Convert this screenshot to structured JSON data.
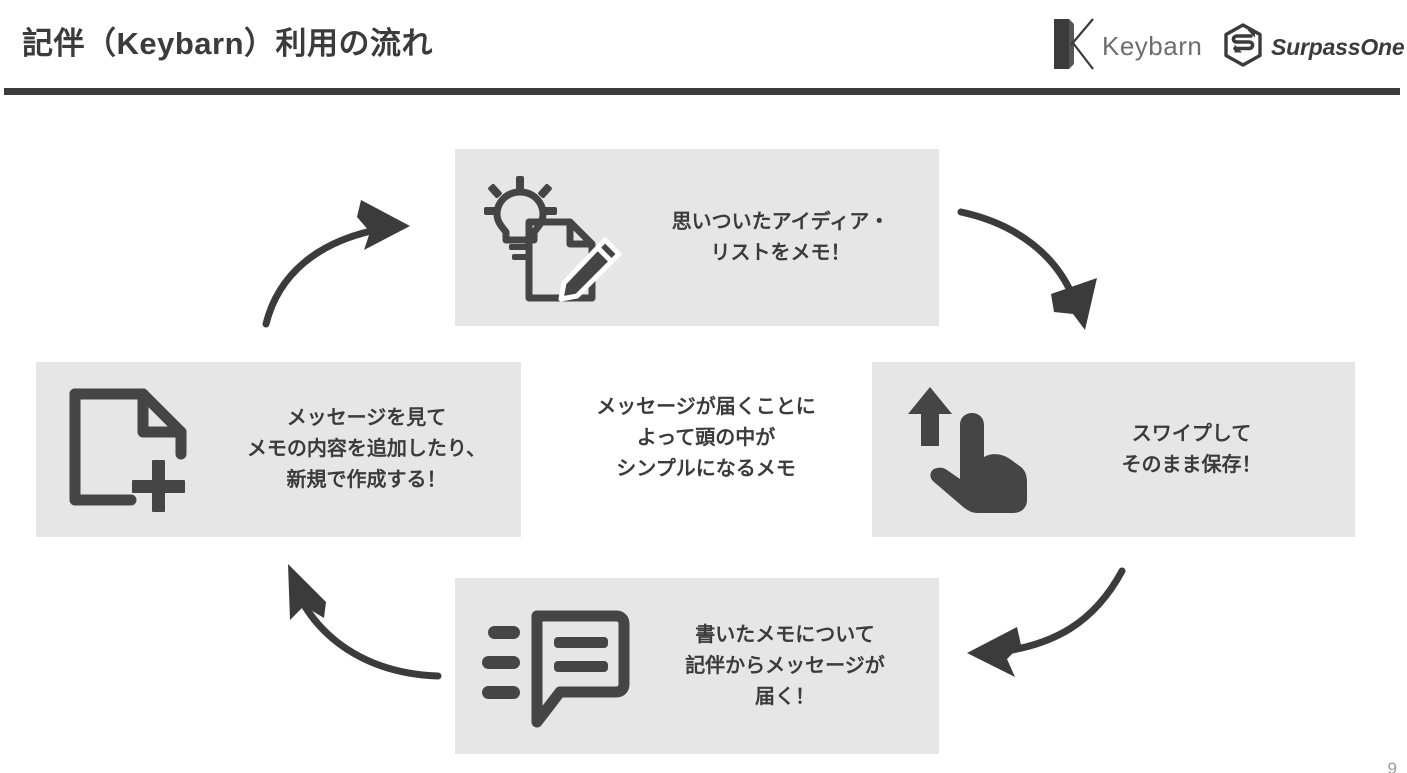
{
  "header": {
    "title": "記伴（Keybarn）利用の流れ",
    "logos": [
      {
        "name": "keybarn",
        "wordmark": "Keybarn",
        "mark": "k-logo-icon"
      },
      {
        "name": "surpassone",
        "wordmark": "SurpassOne",
        "mark": "surpassone-logo-icon"
      }
    ],
    "rule_color": "#3b3b3b"
  },
  "colors": {
    "box_fill": "#e6e6e6",
    "ink": "#3b3b3b",
    "logo_gray": "#6e6e6e",
    "page_number": "#9a9a9a"
  },
  "flow": {
    "steps": [
      {
        "position": "top",
        "icon": "idea-note-icon",
        "text": "思いついたアイディア・\nリストをメモ！"
      },
      {
        "position": "right",
        "icon": "swipe-up-hand-icon",
        "text": "スワイプして\nそのまま保存！"
      },
      {
        "position": "bottom",
        "icon": "message-bubble-icon",
        "text": "書いたメモについて\n記伴からメッセージが\n届く！"
      },
      {
        "position": "left",
        "icon": "document-add-icon",
        "text": "メッセージを見て\nメモの内容を追加したり、\n新規で作成する！"
      }
    ],
    "arrows": [
      {
        "name": "arrow-left-to-top",
        "direction": "up-right"
      },
      {
        "name": "arrow-top-to-right",
        "direction": "down-right"
      },
      {
        "name": "arrow-right-to-bottom",
        "direction": "down-left"
      },
      {
        "name": "arrow-bottom-to-left",
        "direction": "up-left"
      }
    ]
  },
  "center": {
    "caption": "メッセージが届くことに\nよって頭の中が\nシンプルになるメモ"
  },
  "footer": {
    "page_number": "9"
  }
}
